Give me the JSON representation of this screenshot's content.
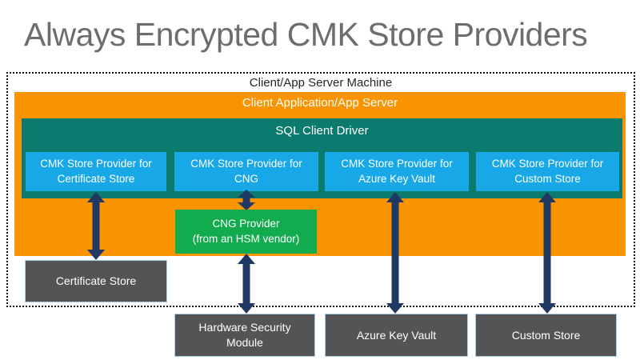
{
  "title": "Always Encrypted CMK Store Providers",
  "machine": {
    "label": "Client/App Server Machine",
    "app_server": {
      "label": "Client Application/App Server",
      "sql_driver": {
        "label": "SQL Client Driver",
        "providers": [
          {
            "label": "CMK Store Provider for\nCertificate Store"
          },
          {
            "label": "CMK Store Provider for\nCNG"
          },
          {
            "label": "CMK Store Provider for\nAzure Key Vault"
          },
          {
            "label": "CMK Store Provider for\nCustom Store"
          }
        ]
      },
      "cng_provider": {
        "label": "CNG Provider\n(from an HSM vendor)"
      }
    },
    "certificate_store": {
      "label": "Certificate Store"
    }
  },
  "external_stores": [
    {
      "label": "Hardware Security\nModule"
    },
    {
      "label": "Azure Key Vault"
    },
    {
      "label": "Custom Store"
    }
  ],
  "connections": [
    {
      "from": "CMK Store Provider for Certificate Store",
      "to": "Certificate Store",
      "bidirectional": true
    },
    {
      "from": "CMK Store Provider for CNG",
      "to": "CNG Provider (from an HSM vendor)",
      "bidirectional": true
    },
    {
      "from": "CNG Provider (from an HSM vendor)",
      "to": "Hardware Security Module",
      "bidirectional": true
    },
    {
      "from": "CMK Store Provider for Azure Key Vault",
      "to": "Azure Key Vault",
      "bidirectional": true
    },
    {
      "from": "CMK Store Provider for Custom Store",
      "to": "Custom Store",
      "bidirectional": true
    }
  ],
  "colors": {
    "app_server_orange": "#FA9300",
    "sql_driver_teal": "#0A7B6C",
    "provider_blue": "#18A8E8",
    "cng_green": "#12AC4F",
    "store_gray": "#545456",
    "arrow_navy": "#1F3864",
    "title_gray": "#6d6d6d"
  }
}
